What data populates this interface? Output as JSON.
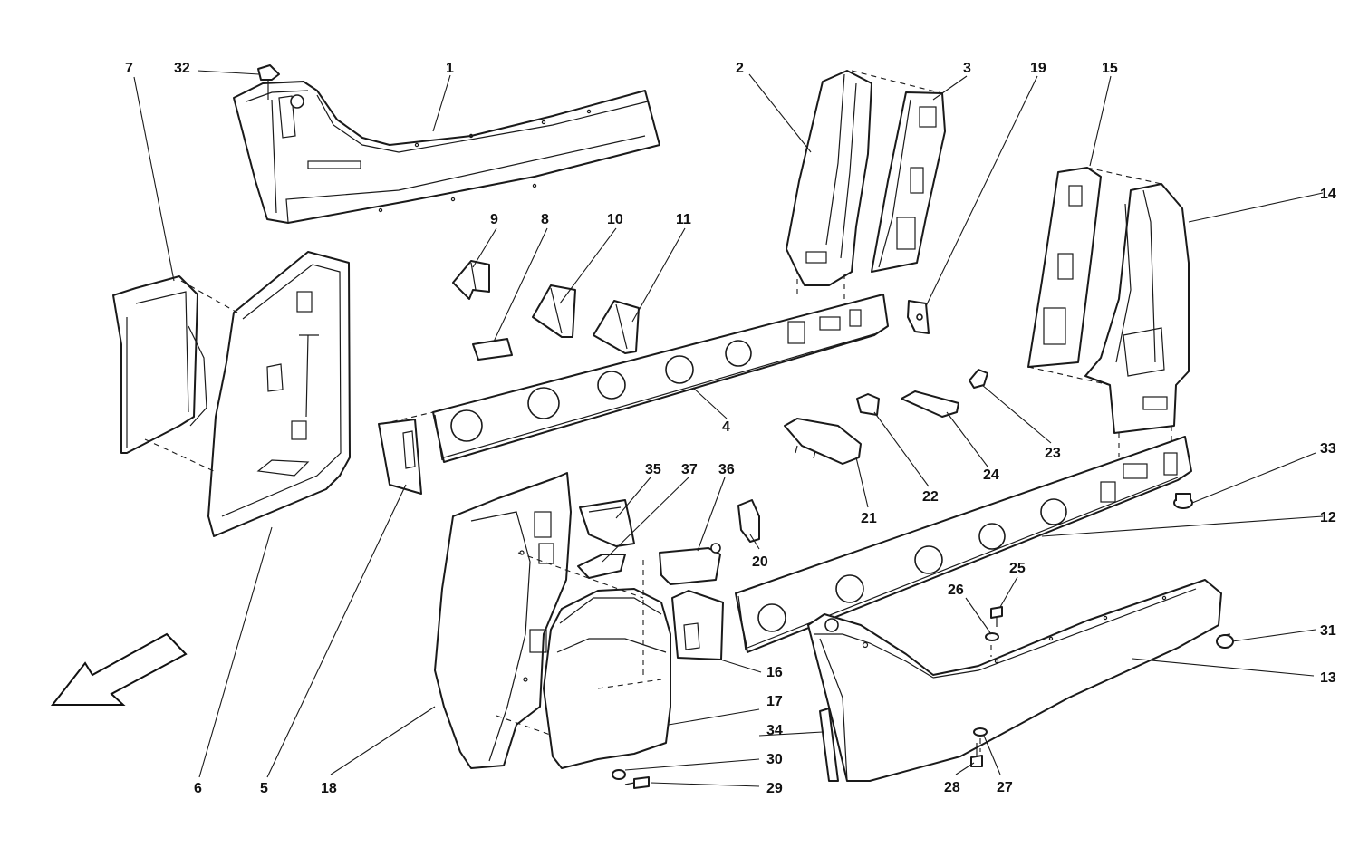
{
  "diagram": {
    "callouts": [
      {
        "id": "1",
        "text": "1"
      },
      {
        "id": "2",
        "text": "2"
      },
      {
        "id": "3",
        "text": "3"
      },
      {
        "id": "4",
        "text": "4"
      },
      {
        "id": "5",
        "text": "5"
      },
      {
        "id": "6",
        "text": "6"
      },
      {
        "id": "7",
        "text": "7"
      },
      {
        "id": "8",
        "text": "8"
      },
      {
        "id": "9",
        "text": "9"
      },
      {
        "id": "10",
        "text": "10"
      },
      {
        "id": "11",
        "text": "11"
      },
      {
        "id": "12",
        "text": "12"
      },
      {
        "id": "13",
        "text": "13"
      },
      {
        "id": "14",
        "text": "14"
      },
      {
        "id": "15",
        "text": "15"
      },
      {
        "id": "16",
        "text": "16"
      },
      {
        "id": "17",
        "text": "17"
      },
      {
        "id": "18",
        "text": "18"
      },
      {
        "id": "19",
        "text": "19"
      },
      {
        "id": "20",
        "text": "20"
      },
      {
        "id": "21",
        "text": "21"
      },
      {
        "id": "22",
        "text": "22"
      },
      {
        "id": "23",
        "text": "23"
      },
      {
        "id": "24",
        "text": "24"
      },
      {
        "id": "25",
        "text": "25"
      },
      {
        "id": "26",
        "text": "26"
      },
      {
        "id": "27",
        "text": "27"
      },
      {
        "id": "28",
        "text": "28"
      },
      {
        "id": "29",
        "text": "29"
      },
      {
        "id": "30",
        "text": "30"
      },
      {
        "id": "31",
        "text": "31"
      },
      {
        "id": "32",
        "text": "32"
      },
      {
        "id": "33",
        "text": "33"
      },
      {
        "id": "34",
        "text": "34"
      },
      {
        "id": "35",
        "text": "35"
      },
      {
        "id": "36",
        "text": "36"
      },
      {
        "id": "37",
        "text": "37"
      }
    ],
    "direction_arrow_icon": "arrow-down-left-icon"
  }
}
